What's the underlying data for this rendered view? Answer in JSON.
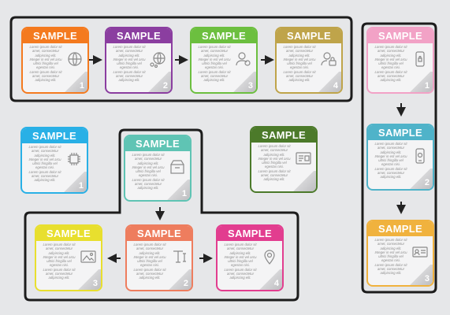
{
  "body_text": [
    "Lorem ipsum dolor sit",
    "amet, consectetur",
    "adipiscing elit.",
    "Integer in est vel arcu",
    "ultrici fringilla vel",
    "egestas nisi.",
    "Lorem ipsum dolor sit",
    "amet, consectetur",
    "adipiscing elit."
  ],
  "cards": [
    {
      "id": "a1",
      "title": "SAMPLE",
      "number": "1",
      "color": "#f47a1f",
      "icon": "globe-icon"
    },
    {
      "id": "a2",
      "title": "SAMPLE",
      "number": "2",
      "color": "#8b3ea0",
      "icon": "network-globe-icon"
    },
    {
      "id": "a3",
      "title": "SAMPLE",
      "number": "3",
      "color": "#6cbf3f",
      "icon": "user-settings-icon"
    },
    {
      "id": "a4",
      "title": "SAMPLE",
      "number": "4",
      "color": "#bfa44a",
      "icon": "user-lock-icon"
    },
    {
      "id": "r1",
      "title": "SAMPLE",
      "number": "1",
      "color": "#f2a2c6",
      "icon": "mobile-lock-icon"
    },
    {
      "id": "r2",
      "title": "SAMPLE",
      "number": "2",
      "color": "#4fb3c9",
      "icon": "phone-lock-icon"
    },
    {
      "id": "r3",
      "title": "SAMPLE",
      "number": "3",
      "color": "#f0b23e",
      "icon": "id-card-icon"
    },
    {
      "id": "s1",
      "title": "SAMPLE",
      "number": "1",
      "color": "#29b0e6",
      "icon": "chip-icon"
    },
    {
      "id": "s2",
      "title": "SAMPLE",
      "number": "",
      "color": "#4c7a2a",
      "icon": "document-card-icon"
    },
    {
      "id": "c1",
      "title": "SAMPLE",
      "number": "1",
      "color": "#5fc4b4",
      "icon": "archive-box-icon"
    },
    {
      "id": "b3",
      "title": "SAMPLE",
      "number": "3",
      "color": "#e8df2e",
      "icon": "image-frame-icon"
    },
    {
      "id": "b2",
      "title": "SAMPLE",
      "number": "2",
      "color": "#ee7d5e",
      "icon": "text-tool-icon"
    },
    {
      "id": "b4",
      "title": "SAMPLE",
      "number": "4",
      "color": "#e23d8f",
      "icon": "map-pin-icon"
    }
  ]
}
